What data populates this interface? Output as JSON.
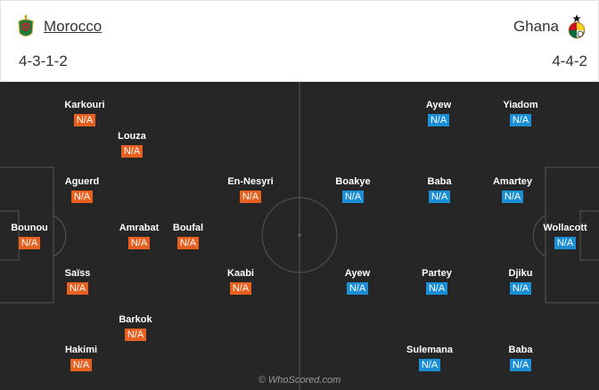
{
  "home": {
    "name": "Morocco",
    "formation": "4-3-1-2",
    "logo_icon": "morocco-crest-icon",
    "color": "#e86020"
  },
  "away": {
    "name": "Ghana",
    "formation": "4-4-2",
    "logo_icon": "ghana-crest-icon",
    "color": "#1a8fd6"
  },
  "home_players": [
    {
      "name": "Karkouri",
      "rating": "N/A"
    },
    {
      "name": "Louza",
      "rating": "N/A"
    },
    {
      "name": "Aguerd",
      "rating": "N/A"
    },
    {
      "name": "Bounou",
      "rating": "N/A"
    },
    {
      "name": "Amrabat",
      "rating": "N/A"
    },
    {
      "name": "Boufal",
      "rating": "N/A"
    },
    {
      "name": "En-Nesyri",
      "rating": "N/A"
    },
    {
      "name": "Saïss",
      "rating": "N/A"
    },
    {
      "name": "Kaabi",
      "rating": "N/A"
    },
    {
      "name": "Barkok",
      "rating": "N/A"
    },
    {
      "name": "Hakimi",
      "rating": "N/A"
    }
  ],
  "away_players": [
    {
      "name": "Ayew",
      "rating": "N/A"
    },
    {
      "name": "Yiadom",
      "rating": "N/A"
    },
    {
      "name": "Boakye",
      "rating": "N/A"
    },
    {
      "name": "Baba",
      "rating": "N/A"
    },
    {
      "name": "Amartey",
      "rating": "N/A"
    },
    {
      "name": "Wollacott",
      "rating": "N/A"
    },
    {
      "name": "Ayew",
      "rating": "N/A"
    },
    {
      "name": "Partey",
      "rating": "N/A"
    },
    {
      "name": "Djiku",
      "rating": "N/A"
    },
    {
      "name": "Sulemana",
      "rating": "N/A"
    },
    {
      "name": "Baba",
      "rating": "N/A"
    }
  ],
  "watermark": "© WhoScored.com"
}
